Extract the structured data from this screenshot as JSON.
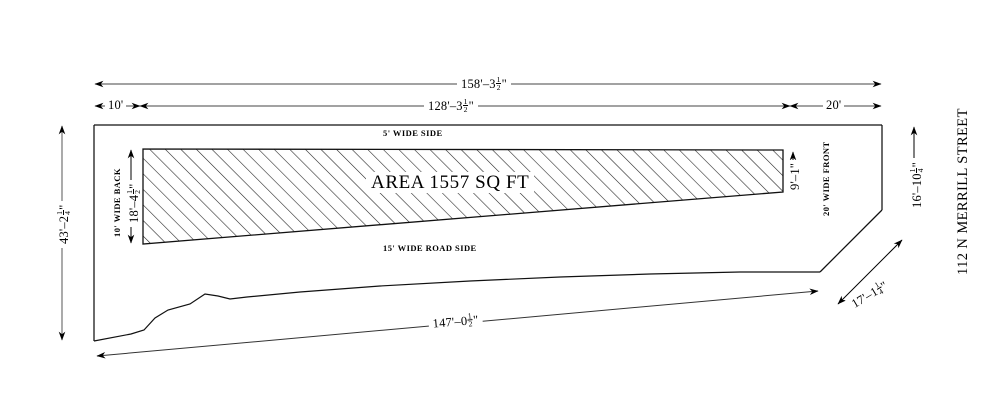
{
  "drawing": {
    "title_label": "112 N MERRILL STREET",
    "area_label": "AREA 1557 SQ FT",
    "setback_notes": {
      "top": "5'  WIDE SIDE",
      "bottom": "15'  WIDE ROAD SIDE",
      "left": "10'  WIDE BACK",
      "right": "20' WIDE FRONT"
    },
    "dimensions": {
      "overall_top": {
        "feet": "158'",
        "dash": "–",
        "inches": "3",
        "frac_num": "1",
        "frac_den": "2",
        "unit": "\"",
        "text": "158'–3 1/2\""
      },
      "inner_top": {
        "feet": "128'",
        "dash": "–",
        "inches": "3",
        "frac_num": "1",
        "frac_den": "2",
        "unit": "\"",
        "text": "128'–3 1/2\""
      },
      "left_offset": {
        "text": "10'"
      },
      "right_offset": {
        "text": "20'"
      },
      "left_height": {
        "feet": "43'",
        "dash": "–",
        "inches": "2",
        "frac_num": "1",
        "frac_den": "4",
        "unit": "\"",
        "text": "43'–2 1/4\""
      },
      "building_height": {
        "feet": "18'",
        "dash": "–",
        "inches": "4",
        "frac_num": "1",
        "frac_den": "2",
        "unit": "\"",
        "text": "18'–4 1/2\""
      },
      "building_right_height": {
        "feet": "9'",
        "dash": "–",
        "inches": "1",
        "frac_num": "",
        "frac_den": "",
        "unit": "\"",
        "text": "9'–1\""
      },
      "right_height": {
        "feet": "16'",
        "dash": "–",
        "inches": "10",
        "frac_num": "1",
        "frac_den": "4",
        "unit": "\"",
        "text": "16'–10 1/4\""
      },
      "chamfer": {
        "feet": "17'",
        "dash": "–",
        "inches": "1",
        "frac_num": "1",
        "frac_den": "4",
        "unit": "\"",
        "text": "17'–1 1/4\""
      },
      "bottom_overall": {
        "feet": "147'",
        "dash": "–",
        "inches": "0",
        "frac_num": "1",
        "frac_den": "2",
        "unit": "\"",
        "text": "147'–0 1/2\""
      }
    },
    "colors": {
      "ink": "#000000",
      "line": "#1a1a1a",
      "dim_line": "#3a3a3a",
      "hatch": "#222222",
      "background": "#ffffff"
    }
  }
}
